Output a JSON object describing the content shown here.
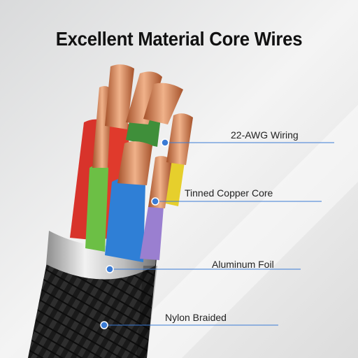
{
  "title": "Excellent Material Core Wires",
  "callouts": [
    {
      "label": "22-AWG Wiring",
      "icon": "dot-marker"
    },
    {
      "label": "Tinned Copper Core",
      "icon": "dot-marker"
    },
    {
      "label": "Aluminum Foil",
      "icon": "dot-marker"
    },
    {
      "label": "Nylon Braided",
      "icon": "dot-marker"
    }
  ],
  "colors": {
    "accent": "#3a7bd5",
    "wire_red": "#d8332b",
    "wire_green": "#6cbf45",
    "wire_blue": "#2f7fd6",
    "wire_purple": "#9a7fd0",
    "wire_yellow": "#e6cf2c",
    "wire_darkgreen": "#3f8f3a",
    "copper": "#d98b5a",
    "braid": "#1f1f1f",
    "foil": "#c9c9c9"
  }
}
